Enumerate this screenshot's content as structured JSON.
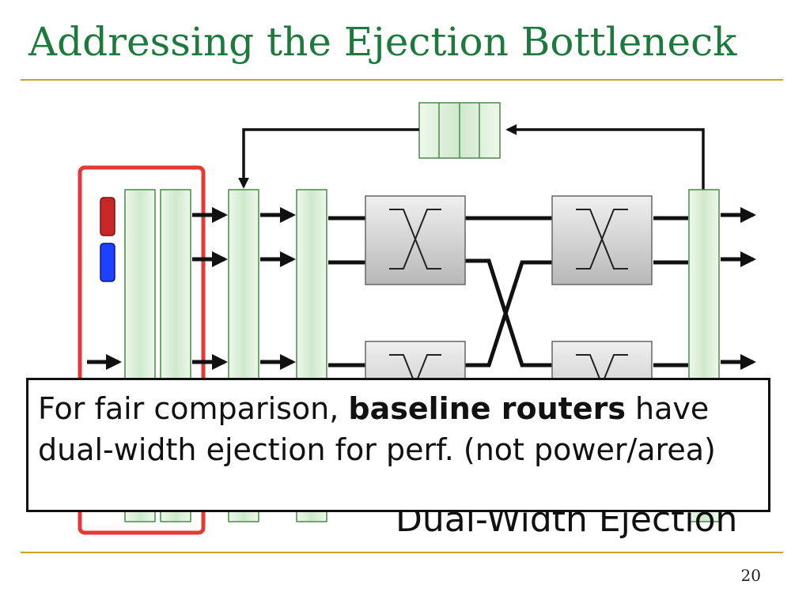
{
  "slide": {
    "title": "Addressing the Ejection Bottleneck",
    "page_number": "20"
  },
  "diagram": {
    "caption": "Dual-Width Ejection",
    "highlight_color": "#e53935",
    "flit_colors": [
      "#c62828",
      "#1e40ff"
    ],
    "buffer_fill": "#d8efd6",
    "crossbar_fill": "#c8c8c8"
  },
  "callout": {
    "text_before": "For fair comparison, ",
    "bold_text": "baseline routers",
    "text_after": " have dual-width ejection for perf. (not power/area)"
  },
  "colors": {
    "title": "#1e7a3c",
    "rule": "#c9a227"
  }
}
